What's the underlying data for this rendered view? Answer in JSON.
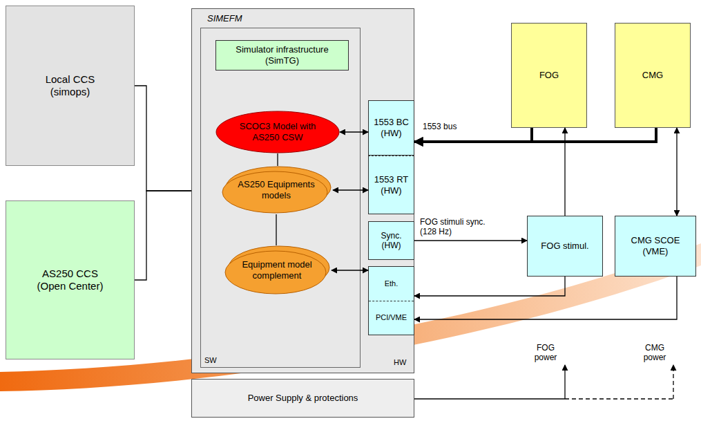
{
  "diagram": {
    "nodes": [
      {
        "text": [
          "Local CCS (simops)"
        ]
      },
      {
        "text": [
          "AS250 CCS (Open Center)"
        ]
      },
      {
        "text": [
          "SIMEFM"
        ]
      },
      {
        "text": [
          "SW"
        ],
        "in": 2
      },
      {
        "text": [
          "Simulator infrastructure (SimTG)"
        ],
        "in": 3
      },
      {
        "text": [
          "SCOC3 Model with AS250 CSW"
        ],
        "in": 3
      },
      {
        "text": [
          "AS250 Equipments models"
        ],
        "in": 3
      },
      {
        "text": [
          "Equipment model complement"
        ],
        "in": 3
      },
      {
        "text": [
          "1553 BC (HW)"
        ],
        "in": 2
      },
      {
        "text": [
          "1553 RT (HW)"
        ],
        "in": 2
      },
      {
        "text": [
          "Sync. (HW)"
        ],
        "in": 2
      },
      {
        "text": [
          "Eth.",
          "PCI/VME"
        ],
        "in": 2
      },
      {
        "text": [
          "FOG"
        ]
      },
      {
        "text": [
          "CMG"
        ]
      },
      {
        "text": [
          "FOG stimul."
        ]
      },
      {
        "text": [
          "CMG SCOE (VME)"
        ]
      },
      {
        "text": [
          "Power Supply & protections"
        ]
      }
    ],
    "edges": [
      {
        "from": 0,
        "to": 2,
        "arrow": "none"
      },
      {
        "from": 1,
        "to": 2,
        "arrow": "none"
      },
      {
        "from": 5,
        "to": 8,
        "arrow": "both"
      },
      {
        "from": 5,
        "to": 6,
        "arrow": "none"
      },
      {
        "from": 6,
        "to": 9,
        "arrow": "both"
      },
      {
        "from": 6,
        "to": 7,
        "arrow": "none"
      },
      {
        "from": 7,
        "to": 11,
        "arrow": "both"
      },
      {
        "from": 12,
        "to": 8,
        "arrow": "to"
      },
      {
        "from": 13,
        "to": 8,
        "arrow": "to"
      },
      {
        "from": 10,
        "to": 14,
        "arrow": "to",
        "label": "FOG stimuli sync. (128 Hz)"
      },
      {
        "from": 14,
        "to": 12,
        "arrow": "to"
      },
      {
        "from": 14,
        "to": 11,
        "arrow": "to"
      },
      {
        "from": 15,
        "to": 13,
        "arrow": "both"
      },
      {
        "from": 15,
        "to": 11,
        "arrow": "to"
      }
    ],
    "labels": [
      "HW",
      "1553 bus",
      "FOG power",
      "CMG power"
    ]
  }
}
